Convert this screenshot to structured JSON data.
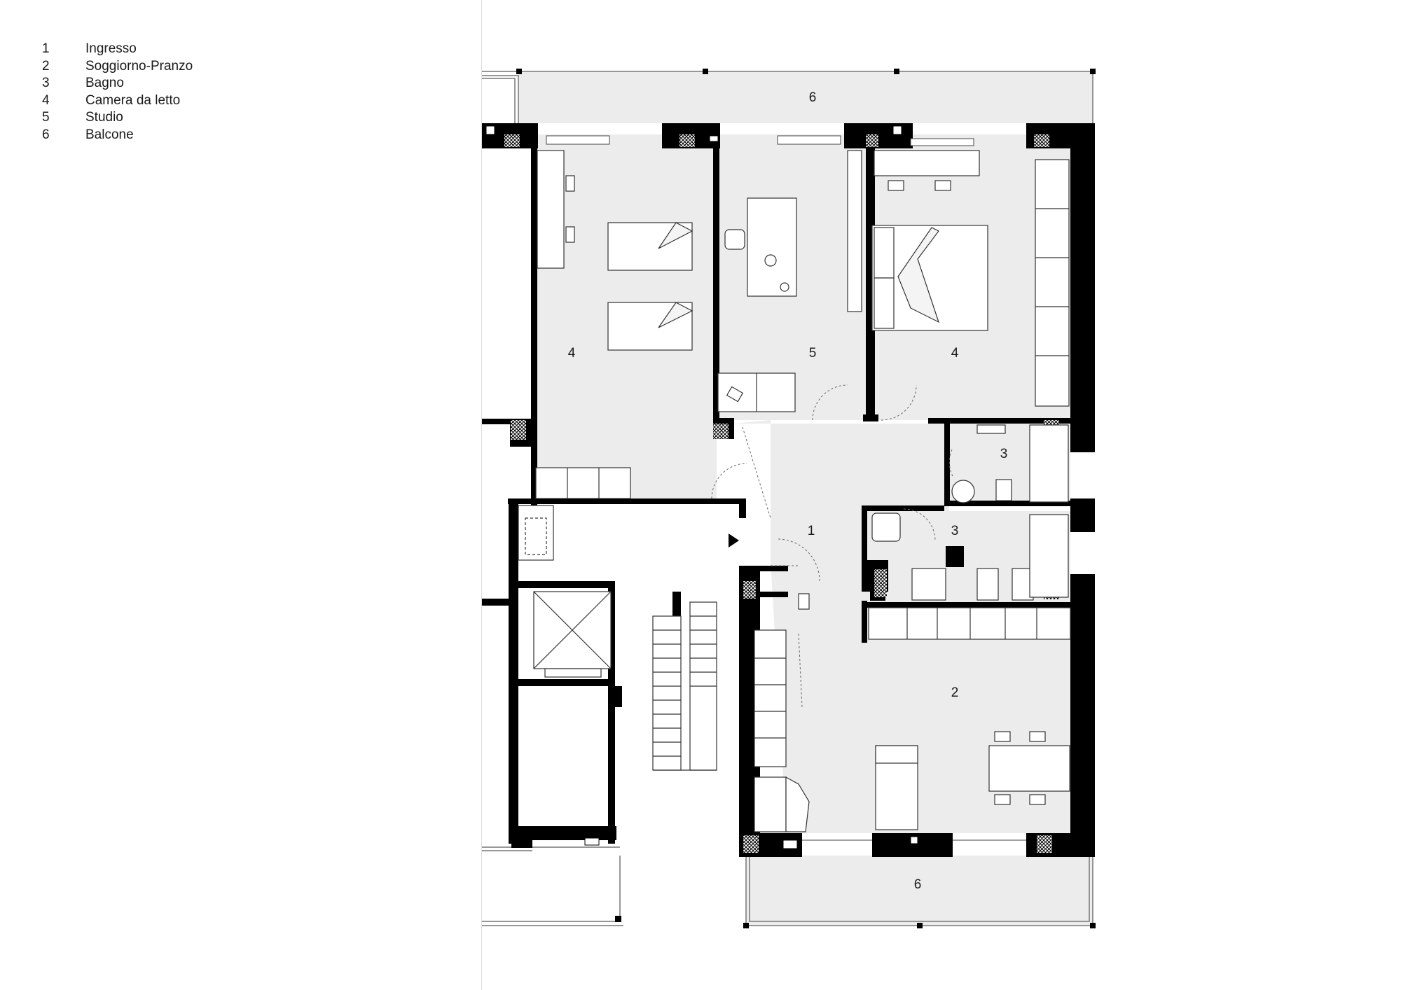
{
  "legend": [
    {
      "number": "1",
      "label": "Ingresso"
    },
    {
      "number": "2",
      "label": "Soggiorno-Pranzo"
    },
    {
      "number": "3",
      "label": "Bagno"
    },
    {
      "number": "4",
      "label": "Camera da letto"
    },
    {
      "number": "5",
      "label": "Studio"
    },
    {
      "number": "6",
      "label": "Balcone"
    }
  ],
  "rooms": {
    "balcony_north": "6",
    "bedroom_west": "4",
    "study": "5",
    "bedroom_east": "4",
    "bath_upper": "3",
    "bath_lower": "3",
    "entrance": "1",
    "living_dining": "2",
    "balcony_south": "6"
  },
  "colors": {
    "wall": "#000000",
    "floor": "#ececec",
    "line": "#555555"
  }
}
